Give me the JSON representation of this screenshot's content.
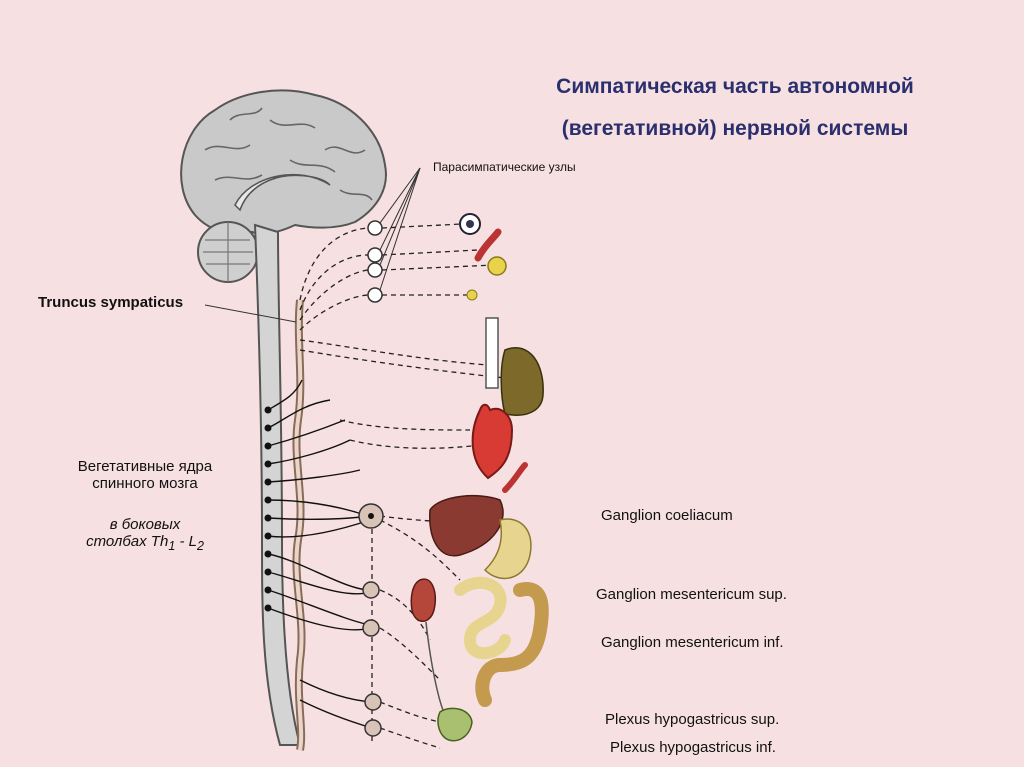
{
  "title": {
    "line1": "Симпатическая часть автономной",
    "line2": "(вегетативной) нервной системы"
  },
  "labels": {
    "parasympathetic_nodes": "Парасимпатические узлы",
    "truncus": "Truncus sympaticus",
    "veg_nuclei_line1": "Вегетативные ядра",
    "veg_nuclei_line2": "спинного мозга",
    "lateral_line1": "в боковых",
    "lateral_line2_pre": "столбах Th",
    "lateral_sub1": "1",
    "lateral_mid": " - L",
    "lateral_sub2": "2",
    "ganglion_coeliacum": "Ganglion coeliacum",
    "ganglion_mes_sup": "Ganglion mesentericum sup.",
    "ganglion_mes_inf": "Ganglion mesentericum inf.",
    "plexus_sup": "Plexus hypogastricus sup.",
    "plexus_inf": "Plexus hypogastricus inf."
  },
  "colors": {
    "background": "#f7e0e1",
    "title": "#2a2f6e",
    "brain": "#c8c8c8",
    "cord": "#d3d3d3",
    "heart": "#d83a34",
    "liver": "#8b3a32",
    "lung": "#7a6a2a",
    "stomach": "#e7d58f",
    "intestine": "#c49a4f",
    "kidney": "#b4463a",
    "bladder": "#a8c070"
  }
}
